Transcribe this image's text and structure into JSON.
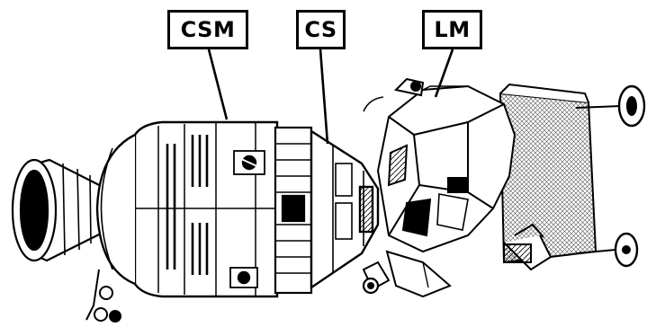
{
  "callouts": {
    "csm": "CSM",
    "cs": "CS",
    "lm": "LM"
  },
  "colors": {
    "ink": "#000000",
    "paper": "#ffffff",
    "shade": "#9a9a9a"
  },
  "illustration": {
    "subject": "spacecraft-line-drawing",
    "parts": [
      "service-module-engine-nozzle",
      "service-module",
      "command-module",
      "lunar-module"
    ]
  }
}
